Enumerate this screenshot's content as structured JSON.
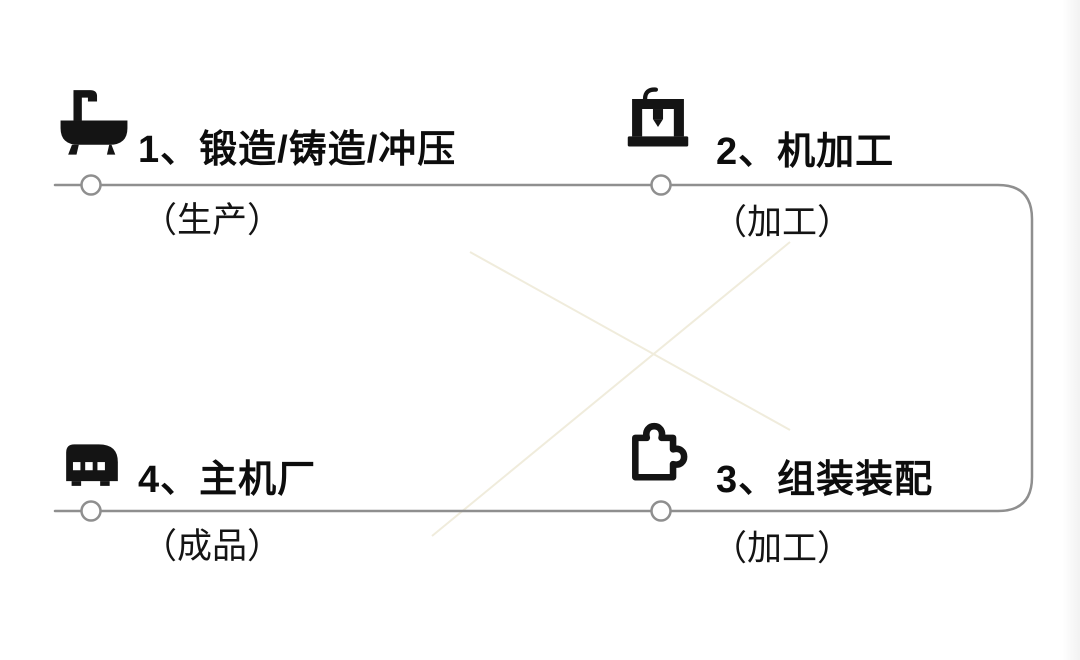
{
  "page": {
    "background": "#ffffff"
  },
  "diagram": {
    "type": "process-flow",
    "line_color": "#8f8f8f",
    "node_fill": "#ffffff",
    "text_color": "#0d0d0d",
    "steps": [
      {
        "title": "1、锻造/铸造/冲压",
        "subtitle": "（生产）",
        "icon": "bathtub-icon"
      },
      {
        "title": "2、机加工",
        "subtitle": "（加工）",
        "icon": "milling-machine-icon"
      },
      {
        "title": "3、组装装配",
        "subtitle": "（加工）",
        "icon": "puzzle-piece-icon"
      },
      {
        "title": "4、主机厂",
        "subtitle": "（成品）",
        "icon": "factory-icon"
      }
    ]
  }
}
